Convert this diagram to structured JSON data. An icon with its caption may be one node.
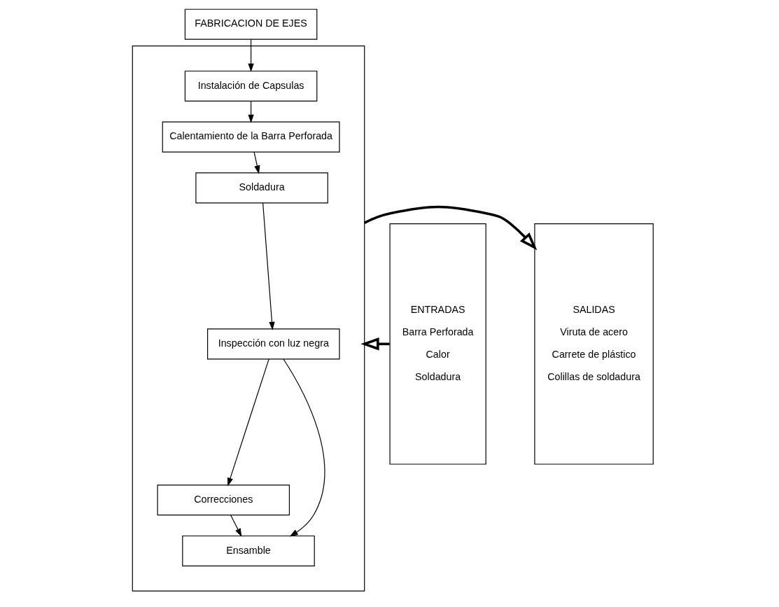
{
  "diagram": {
    "nodes": [
      {
        "text": [
          "FABRICACION DE EJES"
        ]
      },
      {
        "text": [],
        "shape": "box"
      },
      {
        "text": [
          "Instalación de Capsulas"
        ],
        "in": 1
      },
      {
        "text": [
          "Calentamiento de la Barra Perforada"
        ],
        "in": 1
      },
      {
        "text": [
          "Soldadura"
        ],
        "in": 1
      },
      {
        "text": [
          "Inspección con luz negra"
        ],
        "in": 1
      },
      {
        "text": [
          "Correcciones"
        ],
        "in": 1
      },
      {
        "text": [
          "Ensamble"
        ],
        "in": 1
      },
      {
        "text": [
          "ENTRADAS",
          "Barra Perforada",
          "Calor",
          "Soldadura"
        ]
      },
      {
        "text": [
          "SALIDAS",
          "Viruta de acero",
          "Carrete de plástico",
          "Colillas de soldadura"
        ]
      }
    ],
    "edges": [
      {
        "from": 0,
        "to": 2,
        "arrow": "to"
      },
      {
        "from": 2,
        "to": 3,
        "arrow": "to"
      },
      {
        "from": 3,
        "to": 4,
        "arrow": "to"
      },
      {
        "from": 4,
        "to": 5,
        "arrow": "to"
      },
      {
        "from": 5,
        "to": 6,
        "arrow": "to"
      },
      {
        "from": 6,
        "to": 7,
        "arrow": "to"
      },
      {
        "from": 5,
        "to": 7,
        "arrow": "to"
      },
      {
        "from": 8,
        "to": 1,
        "arrow": "to",
        "style": "thick"
      },
      {
        "from": 1,
        "to": 9,
        "arrow": "to",
        "style": "thick"
      }
    ]
  }
}
